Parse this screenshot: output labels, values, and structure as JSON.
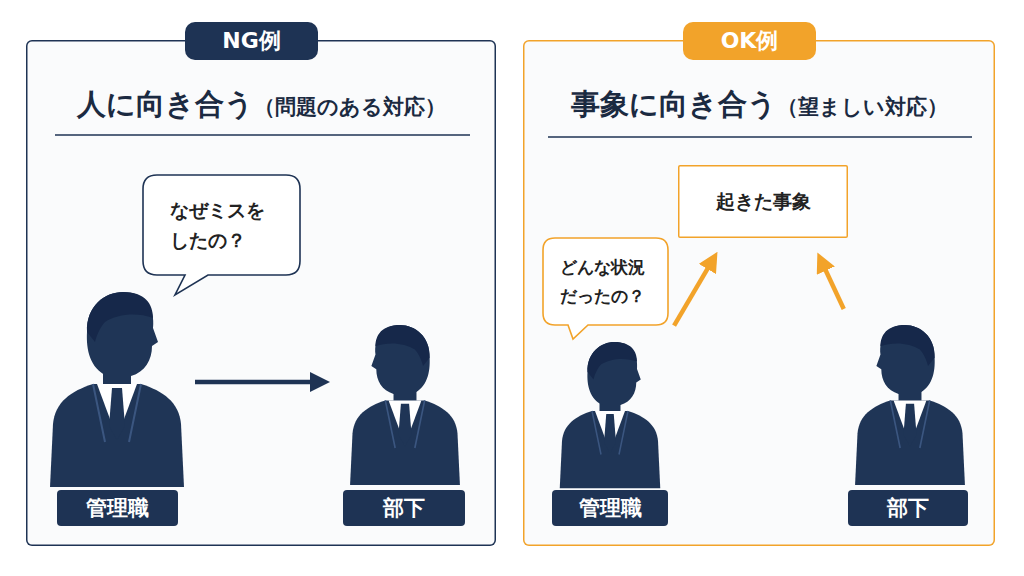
{
  "diagram": {
    "nodes": [
      {
        "text": [
          "人に向き合う",
          "（問題のある対応）"
        ]
      },
      {
        "text": [
          "NG例"
        ],
        "in": 0
      },
      {
        "text": [
          "なぜミスをしたの？"
        ],
        "in": 0
      },
      {
        "text": [
          "管理職"
        ],
        "in": 0
      },
      {
        "text": [
          "部下"
        ],
        "in": 0
      },
      {
        "text": [
          "事象に向き合う",
          "（望ましい対応）"
        ]
      },
      {
        "text": [
          "OK例"
        ],
        "in": 5
      },
      {
        "text": [
          "起きた事象"
        ],
        "in": 5
      },
      {
        "text": [
          "どんな状況だったの？"
        ],
        "in": 5
      },
      {
        "text": [
          "管理職"
        ],
        "in": 5
      },
      {
        "text": [
          "部下"
        ],
        "in": 5
      }
    ],
    "edges": [
      {
        "from": 3,
        "to": 4,
        "arrow": "to"
      },
      {
        "from": 9,
        "to": 7,
        "arrow": "to"
      },
      {
        "from": 10,
        "to": 7,
        "arrow": "to"
      }
    ]
  }
}
